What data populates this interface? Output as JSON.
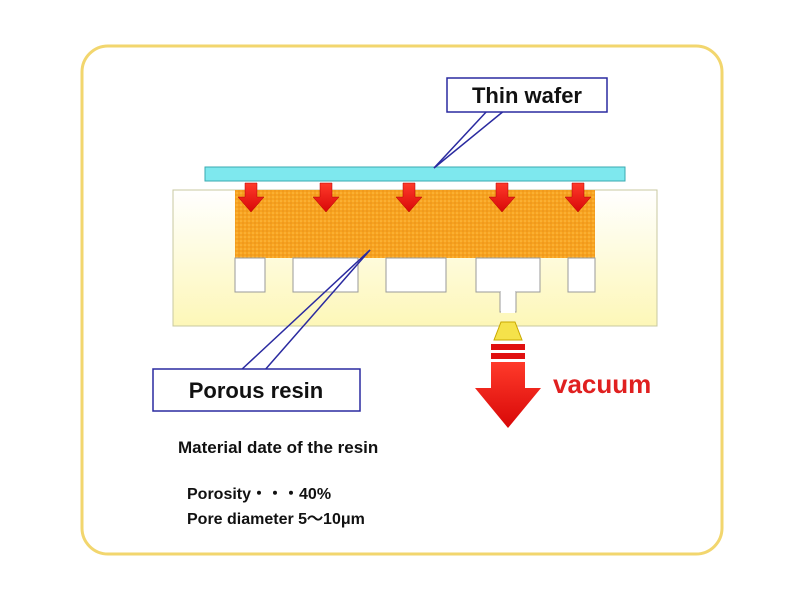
{
  "diagram": {
    "labels": {
      "thin_wafer": "Thin wafer",
      "porous_resin": "Porous resin",
      "vacuum": "vacuum"
    },
    "material": {
      "heading": "Material date of the resin",
      "porosity": "Porosity・・・40%",
      "pore_diameter": "Pore diameter 5～10μm"
    },
    "colors": {
      "frame_border": "#f2d66e",
      "chuck_body": "#fffbd0",
      "porous_resin": "#f5a623",
      "thin_wafer": "#7ee8ee",
      "arrow_red": "#e01010",
      "vacuum_text": "#e02020",
      "callout_line": "#2a2aa0",
      "nozzle": "#f5e24a"
    },
    "icons": [
      "down-arrow-icon",
      "vacuum-arrow-icon"
    ]
  }
}
